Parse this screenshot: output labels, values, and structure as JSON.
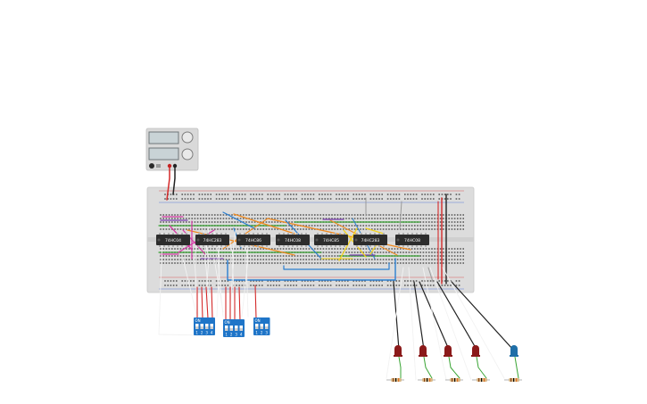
{
  "power_supply": {
    "buttons": [
      "on-off",
      "output"
    ]
  },
  "breadboard": {
    "rails": [
      "positive",
      "negative"
    ]
  },
  "chips": [
    {
      "label": "74HC04"
    },
    {
      "label": "74HC283"
    },
    {
      "label": "74HC86"
    },
    {
      "label": "74HC08"
    },
    {
      "label": "74HC85"
    },
    {
      "label": "74HC283"
    },
    {
      "label": "74HC08"
    }
  ],
  "dip_switches": [
    {
      "header": "ON",
      "numbers": [
        "1",
        "2",
        "3",
        "4"
      ]
    },
    {
      "header": "ON",
      "numbers": [
        "1",
        "2",
        "3",
        "4"
      ]
    },
    {
      "header": "ON",
      "numbers": [
        "1",
        "2",
        "3"
      ]
    }
  ],
  "leds": [
    {
      "color": "#8b1a1a"
    },
    {
      "color": "#8b1a1a"
    },
    {
      "color": "#8b1a1a"
    },
    {
      "color": "#8b1a1a"
    },
    {
      "color": "#1f6fa8"
    }
  ],
  "wire_colors": {
    "red": "#d42a2a",
    "black": "#222222",
    "orange": "#ef8a1f",
    "green": "#3aa535",
    "blue": "#2b7fd0",
    "yellow": "#f2d21c",
    "purple": "#7a3cb0",
    "pink": "#d63aa6",
    "white": "#f2f2f2",
    "gray": "#9a9a9a"
  }
}
